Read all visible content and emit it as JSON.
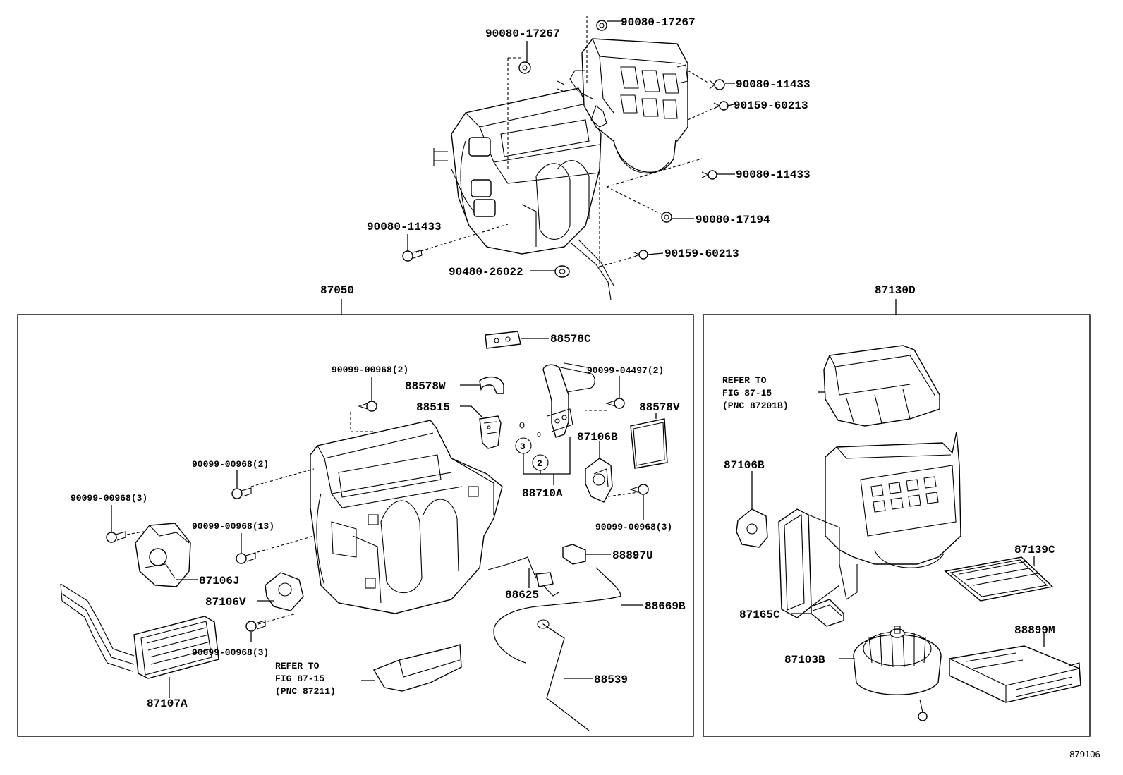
{
  "top_assembly": {
    "labels": [
      "90080-17267",
      "90080-17267",
      "90080-11433",
      "90159-60213",
      "90080-11433",
      "90080-17194",
      "90159-60213",
      "90080-11433",
      "90480-26022"
    ]
  },
  "box_left": {
    "title": "87050",
    "labels": [
      "88578C",
      "90099-00968(2)",
      "88578W",
      "90099-04497(2)",
      "88515",
      "88578V",
      "87106B",
      "90099-00968(2)",
      "88710A",
      "90099-00968(3)",
      "90099-00968(13)",
      "90099-00968(3)",
      "88897U",
      "87106J",
      "88625",
      "87106V",
      "88669B",
      "90099-00968(3)",
      "87107A",
      "88539"
    ],
    "callouts": [
      "3",
      "2"
    ],
    "note": [
      "REFER TO",
      "FIG 87-15",
      "(PNC 87211)"
    ]
  },
  "box_right": {
    "title": "87130D",
    "labels": [
      "87106B",
      "87139C",
      "87165C",
      "88899M",
      "87103B"
    ],
    "note": [
      "REFER TO",
      "FIG 87-15",
      "(PNC 87201B)"
    ]
  },
  "figure_number": "879106"
}
